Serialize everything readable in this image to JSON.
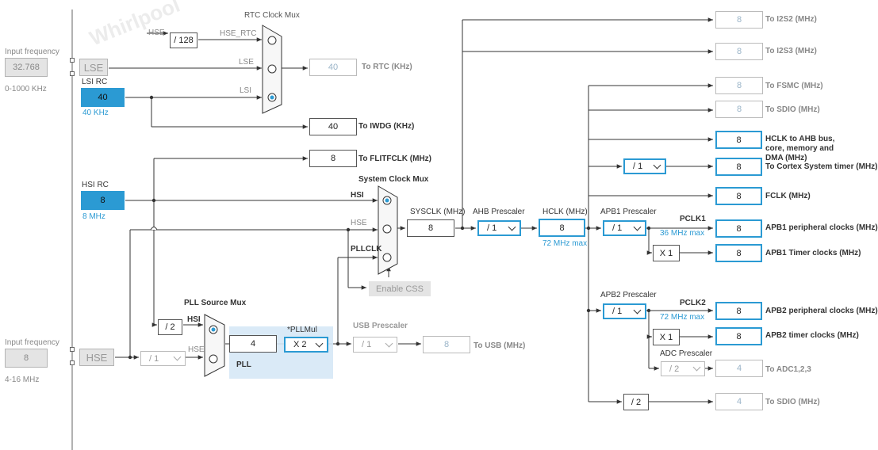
{
  "watermark": "Whirlpool",
  "input_lse": {
    "caption": "Input frequency",
    "value": "32.768",
    "range": "0-1000 KHz"
  },
  "input_hse": {
    "caption": "Input frequency",
    "value": "8",
    "range": "4-16 MHz"
  },
  "lse": "LSE",
  "hse": "HSE",
  "lsi_rc": {
    "title": "LSI RC",
    "value": "40",
    "freq": "40 KHz"
  },
  "hsi_rc": {
    "title": "HSI RC",
    "value": "8",
    "freq": "8 MHz"
  },
  "rtc_mux": {
    "title": "RTC Clock Mux",
    "hse_label": "HSE",
    "div128": "/ 128",
    "hse_rtc": "HSE_RTC",
    "lse_label": "LSE",
    "lsi_label": "LSI"
  },
  "rtc_out": {
    "value": "40",
    "label": "To RTC (KHz)"
  },
  "iwdg_out": {
    "value": "40",
    "label": "To IWDG (KHz)"
  },
  "flitf_out": {
    "value": "8",
    "label": "To FLITFCLK (MHz)"
  },
  "sysclk_mux": {
    "title": "System Clock Mux",
    "hsi": "HSI",
    "hse": "HSE",
    "pllclk": "PLLCLK"
  },
  "enable_css": "Enable CSS",
  "pll_mux": {
    "title": "PLL Source Mux",
    "hsi": "HSI",
    "hse": "HSE",
    "div2": "/ 2"
  },
  "hse_div": "/ 1",
  "pll": {
    "label": "PLL",
    "value": "4",
    "mul_label": "*PLLMul",
    "mul": "X 2"
  },
  "usb": {
    "title": "USB Prescaler",
    "div": "/ 1",
    "value": "8",
    "label": "To USB (MHz)"
  },
  "sysclk": {
    "title": "SYSCLK (MHz)",
    "value": "8"
  },
  "ahb": {
    "title": "AHB Prescaler",
    "value": "/ 1"
  },
  "hclk": {
    "title": "HCLK (MHz)",
    "value": "8",
    "max": "72 MHz max"
  },
  "apb1": {
    "title": "APB1 Prescaler",
    "value": "/ 1",
    "pclk": "PCLK1",
    "max": "36 MHz max",
    "timer_mul": "X 1"
  },
  "apb2": {
    "title": "APB2 Prescaler",
    "value": "/ 1",
    "pclk": "PCLK2",
    "max": "72 MHz max",
    "timer_mul": "X 1"
  },
  "adc": {
    "title": "ADC Prescaler",
    "value": "/ 2"
  },
  "cortex_div": "/ 1",
  "sdio_div": "/ 2",
  "outputs": {
    "i2s2": {
      "value": "8",
      "label": "To I2S2 (MHz)"
    },
    "i2s3": {
      "value": "8",
      "label": "To I2S3 (MHz)"
    },
    "fsmc": {
      "value": "8",
      "label": "To FSMC (MHz)"
    },
    "sdio1": {
      "value": "8",
      "label": "To SDIO (MHz)"
    },
    "hclk_ahb": {
      "value": "8",
      "label": "HCLK to AHB bus, core, memory and DMA (MHz)"
    },
    "cortex": {
      "value": "8",
      "label": "To Cortex System timer (MHz)"
    },
    "fclk": {
      "value": "8",
      "label": "FCLK (MHz)"
    },
    "apb1_periph": {
      "value": "8",
      "label": "APB1 peripheral clocks (MHz)"
    },
    "apb1_timer": {
      "value": "8",
      "label": "APB1 Timer clocks (MHz)"
    },
    "apb2_periph": {
      "value": "8",
      "label": "APB2 peripheral clocks (MHz)"
    },
    "apb2_timer": {
      "value": "8",
      "label": "APB2 timer clocks (MHz)"
    },
    "adc": {
      "value": "4",
      "label": "To ADC1,2,3"
    },
    "sdio2": {
      "value": "4",
      "label": "To SDIO (MHz)"
    }
  }
}
